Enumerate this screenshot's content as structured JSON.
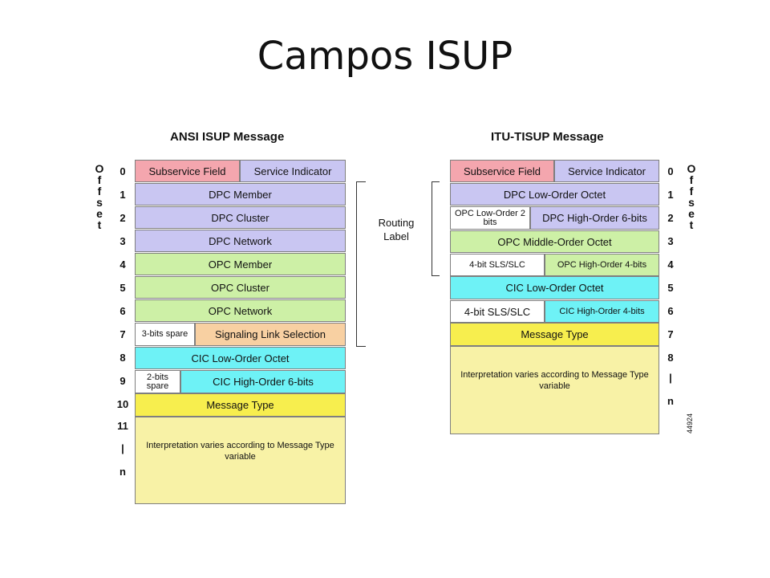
{
  "title": "Campos ISUP",
  "ansi": {
    "header": "ANSI ISUP Message",
    "offset_label": [
      "O",
      "f",
      "f",
      "s",
      "e",
      "t"
    ],
    "row_numbers": [
      "0",
      "1",
      "2",
      "3",
      "4",
      "5",
      "6",
      "7",
      "8",
      "9",
      "10",
      "11",
      "|",
      "n"
    ],
    "fields": {
      "subservice": "Subservice Field",
      "service_indicator": "Service Indicator",
      "dpc_member": "DPC Member",
      "dpc_cluster": "DPC Cluster",
      "dpc_network": "DPC Network",
      "opc_member": "OPC Member",
      "opc_cluster": "OPC Cluster",
      "opc_network": "OPC Network",
      "spare_3bits": "3-bits spare",
      "sls": "Signaling Link Selection",
      "cic_low": "CIC Low-Order Octet",
      "spare_2bits": "2-bits spare",
      "cic_high": "CIC High-Order 6-bits",
      "message_type": "Message Type",
      "interpretation": "Interpretation varies according to Message Type variable"
    }
  },
  "routing_label": "Routing Label",
  "itu": {
    "header": "ITU-TISUP Message",
    "offset_label": [
      "O",
      "f",
      "f",
      "s",
      "e",
      "t"
    ],
    "row_numbers": [
      "0",
      "1",
      "2",
      "3",
      "4",
      "5",
      "6",
      "7",
      "8",
      "|",
      "n"
    ],
    "fields": {
      "subservice": "Subservice Field",
      "service_indicator": "Service Indicator",
      "dpc_low": "DPC Low-Order Octet",
      "opc_low_2bits": "OPC Low-Order 2 bits",
      "dpc_high": "DPC High-Order 6-bits",
      "opc_middle": "OPC Middle-Order Octet",
      "sls_slc": "4-bit SLS/SLC",
      "opc_high": "OPC High-Order 4-bits",
      "cic_low": "CIC Low-Order Octet",
      "sls_slc2": "4-bit SLS/SLC",
      "cic_high": "CIC High-Order 4-bits",
      "message_type": "Message Type",
      "interpretation": "Interpretation varies according to Message Type variable"
    }
  },
  "figure_id": "44924"
}
